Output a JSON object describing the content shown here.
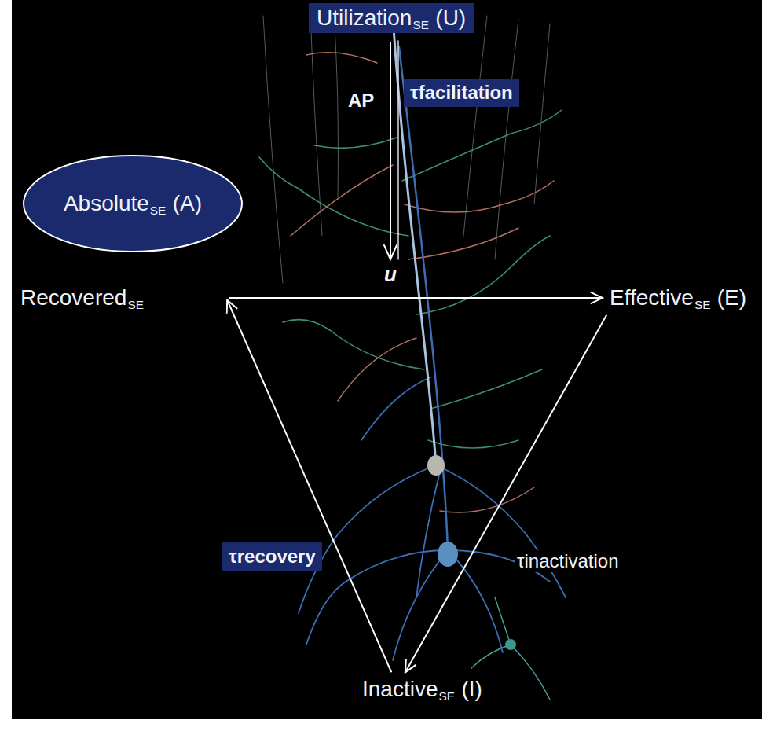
{
  "diagram": {
    "nodes": [
      {
        "text": [
          "Utilization",
          "SE",
          "(U)"
        ]
      },
      {
        "text": [
          "Absolute",
          "SE",
          "(A)"
        ]
      },
      {
        "text": [
          "Recovered",
          "SE"
        ]
      },
      {
        "text": [
          "Effective",
          "SE",
          "(E)"
        ]
      },
      {
        "text": [
          "Inactive",
          "SE",
          "(I)"
        ]
      }
    ],
    "edges": [
      {
        "from": 2,
        "to": 3,
        "arrow": "to"
      },
      {
        "from": 3,
        "to": 4,
        "arrow": "to",
        "label": "τinactivation"
      },
      {
        "from": 4,
        "to": 2,
        "arrow": "to",
        "label": "τrecovery"
      }
    ],
    "labels": [
      "AP",
      "τfacilitation",
      "u"
    ]
  }
}
